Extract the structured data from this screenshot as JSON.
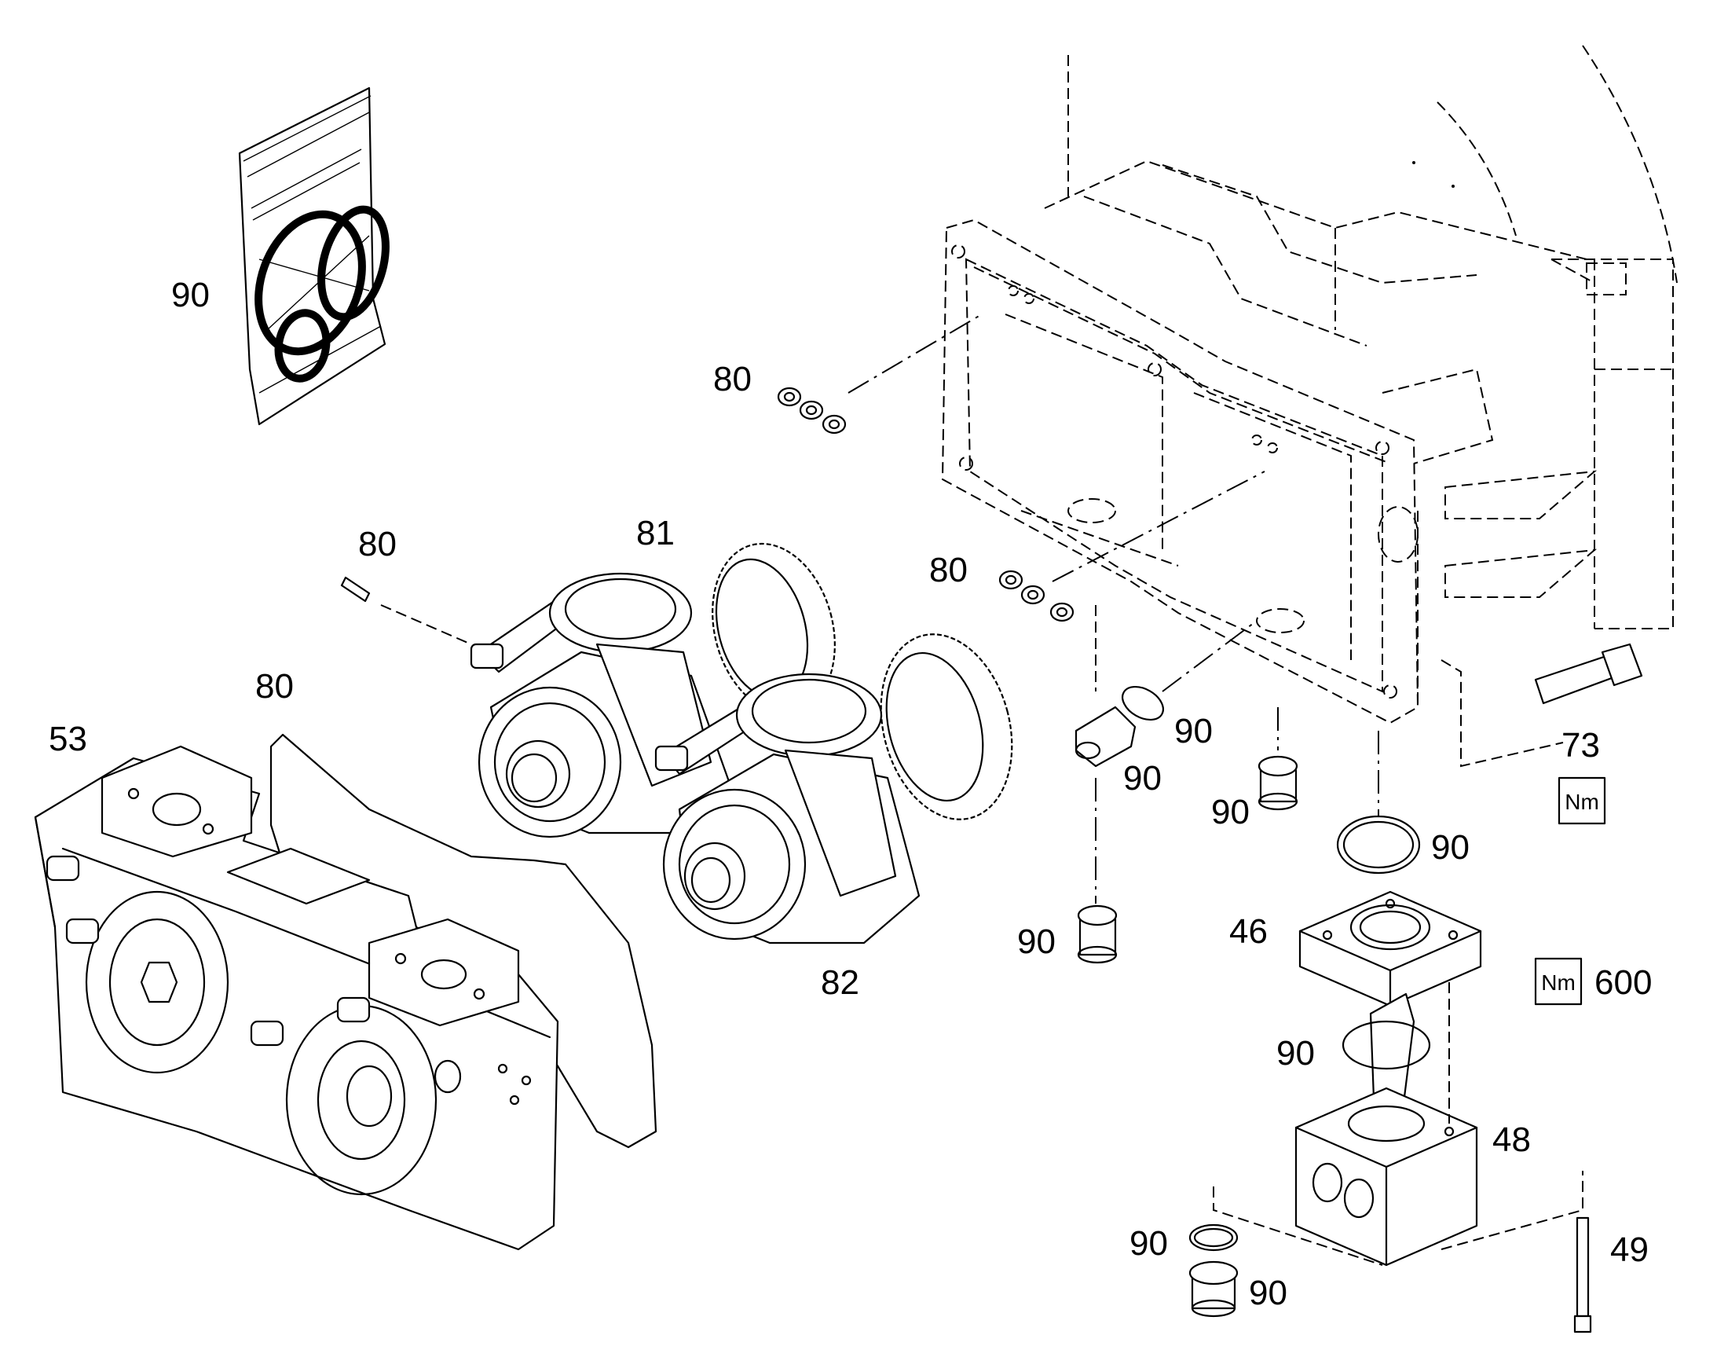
{
  "callouts": [
    {
      "id": "seal-kit-90",
      "text": "90"
    },
    {
      "id": "washers-80-top",
      "text": "80"
    },
    {
      "id": "pin-80",
      "text": "80"
    },
    {
      "id": "pump-81",
      "text": "81"
    },
    {
      "id": "washers-80-mid",
      "text": "80"
    },
    {
      "id": "gasket-80",
      "text": "80"
    },
    {
      "id": "cover-53",
      "text": "53"
    },
    {
      "id": "oring-90-a",
      "text": "90"
    },
    {
      "id": "plug-90-a",
      "text": "90"
    },
    {
      "id": "plug-90-b",
      "text": "90"
    },
    {
      "id": "bolt-73",
      "text": "73"
    },
    {
      "id": "oring-90-b",
      "text": "90"
    },
    {
      "id": "plug-90-c",
      "text": "90"
    },
    {
      "id": "flange-46",
      "text": "46"
    },
    {
      "id": "pump-82",
      "text": "82"
    },
    {
      "id": "torque-600",
      "text": "600"
    },
    {
      "id": "oring-90-c",
      "text": "90"
    },
    {
      "id": "block-48",
      "text": "48"
    },
    {
      "id": "oring-90-d",
      "text": "90"
    },
    {
      "id": "screw-49",
      "text": "49"
    },
    {
      "id": "plug-90-d",
      "text": "90"
    }
  ],
  "torque_badges": [
    {
      "id": "nm-73",
      "text": "Nm"
    },
    {
      "id": "nm-600",
      "text": "Nm"
    }
  ],
  "icons": [
    "seal-kit-bag-icon",
    "gear-icon",
    "housing-icon",
    "cover-plate-icon"
  ]
}
